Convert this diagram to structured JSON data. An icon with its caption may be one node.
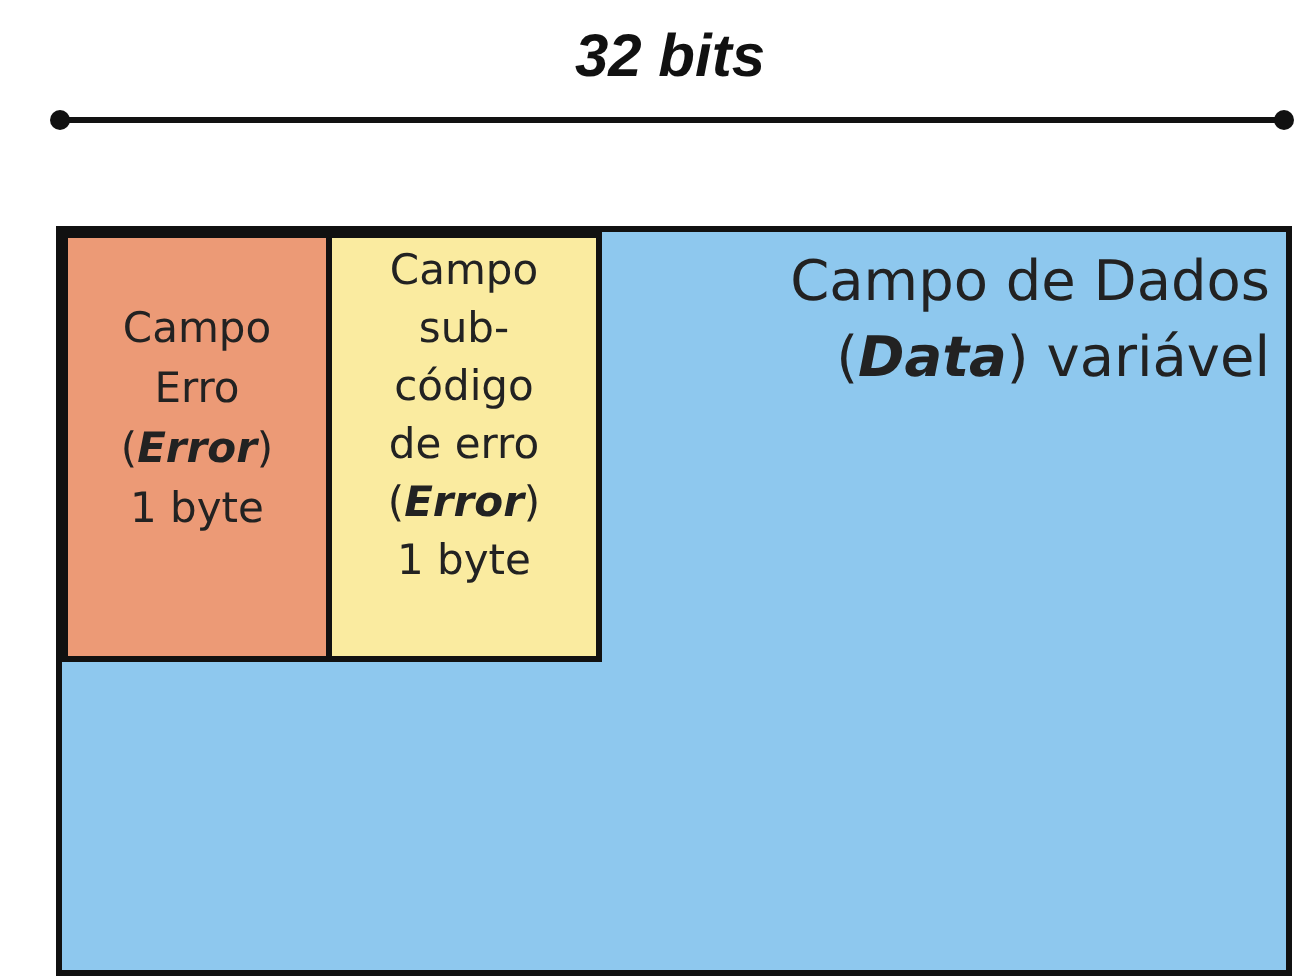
{
  "diagram": {
    "nodes": [
      {
        "text": [
          "Campo de Dados (**Data**) variável"
        ]
      },
      {
        "text": [
          "Campo Erro (**Error**) 1 byte"
        ],
        "in": 0
      },
      {
        "text": [
          "Campo sub-código de erro (**Error**) 1 byte"
        ],
        "in": 0
      }
    ],
    "labels": [
      "32 bits"
    ]
  }
}
